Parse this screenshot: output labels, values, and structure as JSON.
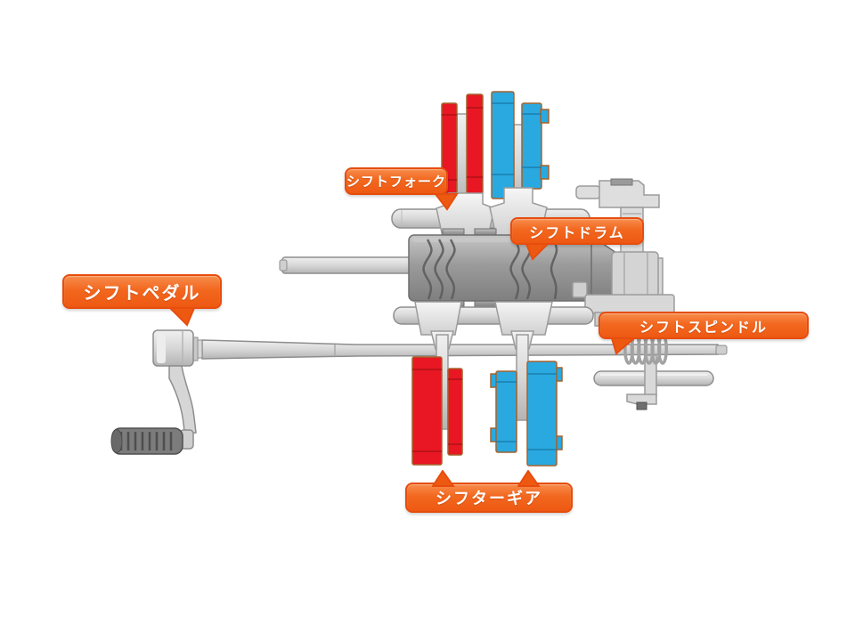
{
  "diagram": {
    "labels": {
      "shift_fork": "シフトフォーク",
      "shift_drum": "シフトドラム",
      "shift_pedal": "シフトペダル",
      "shift_spindle": "シフトスピンドル",
      "shifter_gear": "シフターギア"
    },
    "colors": {
      "callout_fill": "#f0601a",
      "callout_border": "#e64d0e",
      "callout_text": "#ffffff",
      "gear_red": "#e81723",
      "gear_blue": "#2aa9e0",
      "metal_light": "#d9d9d9",
      "metal_drum": "#9b9b9b",
      "background": "#ffffff"
    }
  }
}
